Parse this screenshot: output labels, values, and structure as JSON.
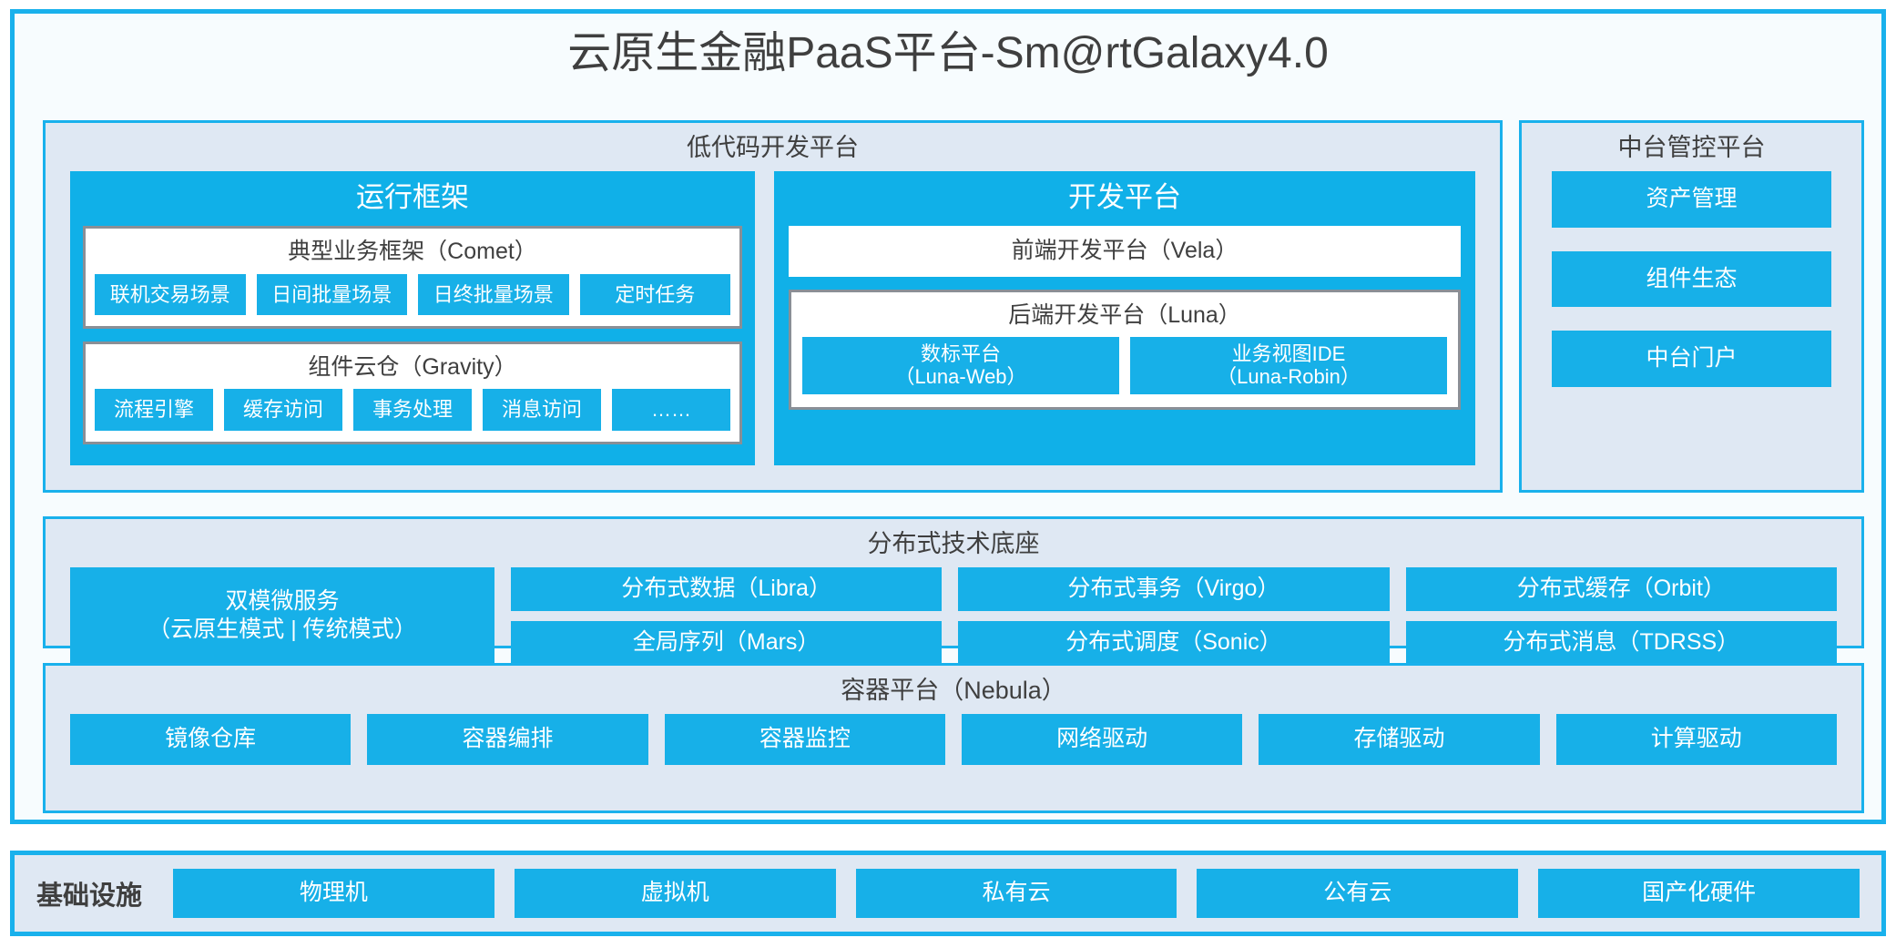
{
  "title": "云原生金融PaaS平台-Sm@rtGalaxy4.0",
  "colors": {
    "accent": "#19b1ec",
    "chip": "#17b0e8",
    "panel_bg": "#dfe8f3",
    "frame_bg": "#f7fcfe",
    "text": "#3f3f3f",
    "inner_border": "#8a8f96"
  },
  "lowcode": {
    "title": "低代码开发平台",
    "runtime": {
      "title": "运行框架",
      "comet": {
        "title": "典型业务框架（Comet）",
        "items": [
          "联机交易场景",
          "日间批量场景",
          "日终批量场景",
          "定时任务"
        ]
      },
      "gravity": {
        "title": "组件云仓（Gravity）",
        "items": [
          "流程引擎",
          "缓存访问",
          "事务处理",
          "消息访问",
          "……"
        ]
      }
    },
    "devplatform": {
      "title": "开发平台",
      "frontend": "前端开发平台（Vela）",
      "backend": {
        "title": "后端开发平台（Luna）",
        "items": [
          {
            "line1": "数标平台",
            "line2": "（Luna-Web）"
          },
          {
            "line1": "业务视图IDE",
            "line2": "（Luna-Robin）"
          }
        ]
      }
    }
  },
  "midplatform": {
    "title": "中台管控平台",
    "items": [
      "资产管理",
      "组件生态",
      "中台门户"
    ]
  },
  "techbase": {
    "title": "分布式技术底座",
    "wide": {
      "line1": "双模微服务",
      "line2": "（云原生模式 | 传统模式）"
    },
    "columns": [
      [
        "分布式数据（Libra）",
        "全局序列（Mars）"
      ],
      [
        "分布式事务（Virgo）",
        "分布式调度（Sonic）"
      ],
      [
        "分布式缓存（Orbit）",
        "分布式消息（TDRSS）"
      ]
    ]
  },
  "containerplatform": {
    "title": "容器平台（Nebula）",
    "items": [
      "镜像仓库",
      "容器编排",
      "容器监控",
      "网络驱动",
      "存储驱动",
      "计算驱动"
    ]
  },
  "infrastructure": {
    "label": "基础设施",
    "items": [
      "物理机",
      "虚拟机",
      "私有云",
      "公有云",
      "国产化硬件"
    ]
  }
}
